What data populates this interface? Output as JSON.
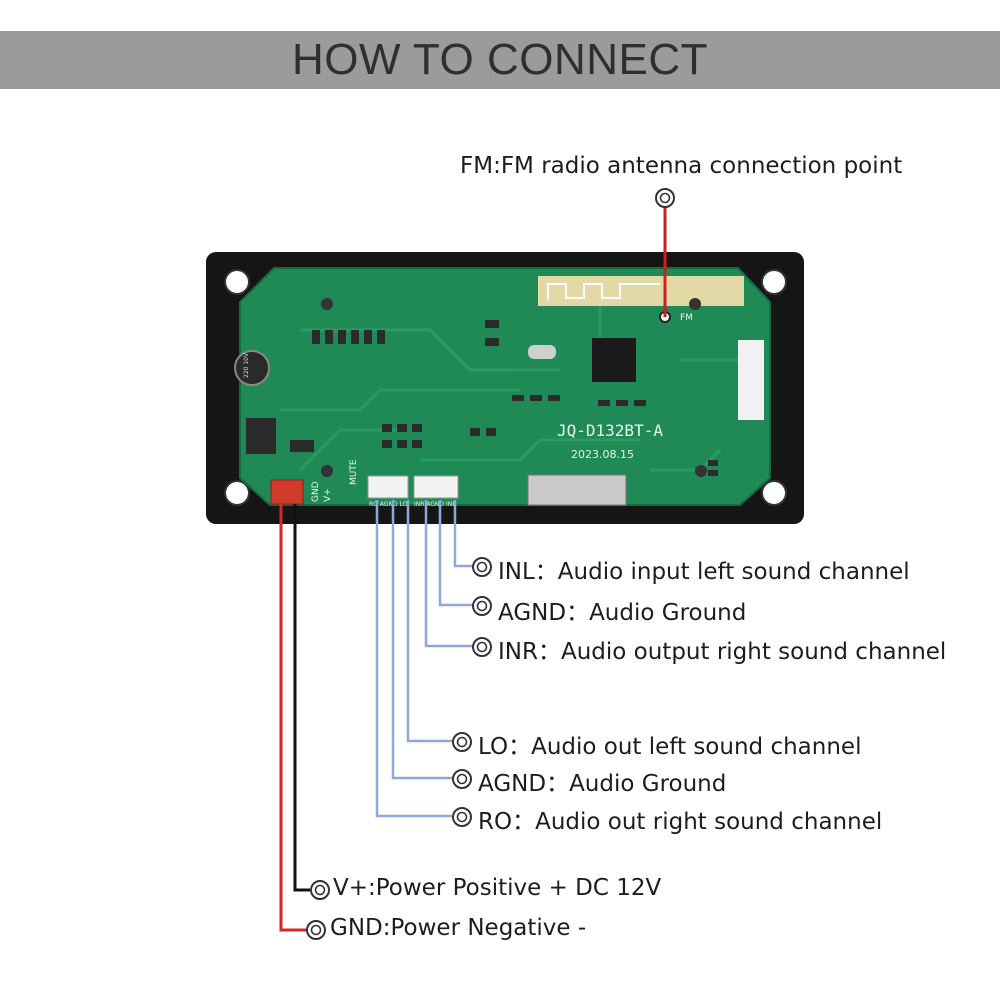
{
  "header": {
    "title": "HOW TO CONNECT"
  },
  "board": {
    "model": "JQ-D132BT-A",
    "date": "2023.08.15",
    "marks": {
      "fm": "FM",
      "mute": "MUTE",
      "gnd": "GND",
      "vplus": "V+",
      "out_pins": "RO AGND LO",
      "in_pins": "INR AGND INL",
      "cap": "220 10V"
    }
  },
  "callouts": {
    "fm": "FM:FM radio antenna connection point",
    "inl": "INL：Audio input left sound channel",
    "agnd_in": "AGND：Audio Ground",
    "inr": "INR：Audio output right sound channel",
    "lo": "LO：Audio out left sound channel",
    "agnd_out": "AGND：Audio Ground",
    "ro": "RO：Audio out right sound channel",
    "vplus": "V+:Power Positive + DC 12V",
    "gnd": "GND:Power Negative -"
  },
  "colors": {
    "header": "#9b9b9b",
    "pcb": "#1f8a55",
    "case": "#151515",
    "signal_wire": "#8fa7d9",
    "red_wire": "#d62626",
    "black_wire": "#111111",
    "fm_wire": "#cc1f1f"
  }
}
